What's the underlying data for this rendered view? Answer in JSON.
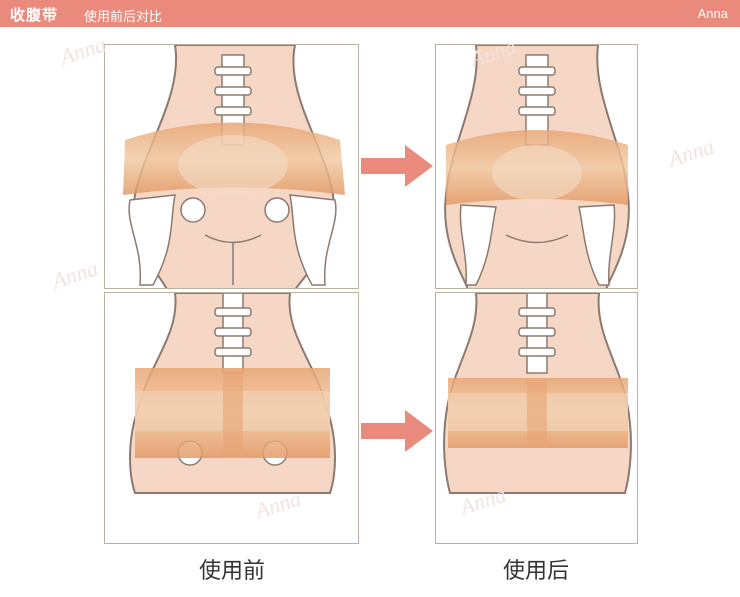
{
  "header": {
    "title": "收腹带",
    "subtitle": "使用前后对比",
    "brand": "Anna"
  },
  "captions": {
    "before": "使用前",
    "after": "使用后"
  },
  "icons": {
    "arrow_top": "right-arrow-icon",
    "arrow_bottom": "right-arrow-icon"
  },
  "colors": {
    "header": "#e98a7c",
    "skin": "#f6d7c5",
    "outline": "#8a7a70",
    "belt": "#e6a06e",
    "arrow": "#e98a7c",
    "panel_border": "#b9b2a3"
  }
}
